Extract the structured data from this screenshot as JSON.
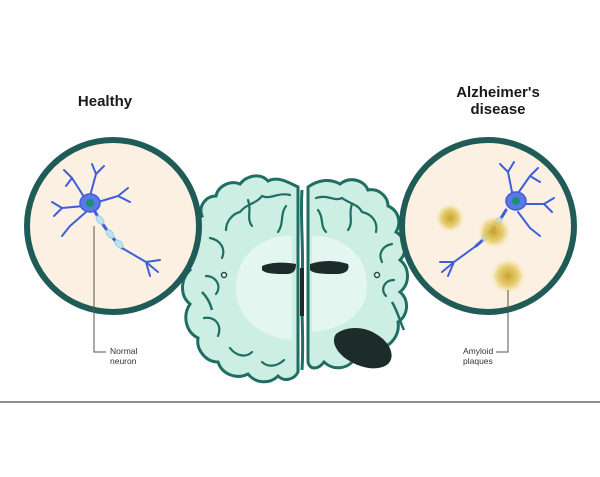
{
  "titles": {
    "left": "Healthy",
    "right_line1": "Alzheimer's",
    "right_line2": "disease"
  },
  "callouts": {
    "left_line1": "Normal",
    "left_line2": "neuron",
    "right_line1": "Amyloid",
    "right_line2": "plaques"
  },
  "colors": {
    "circle_border": "#1f5b57",
    "circle_fill": "#fbf0e1",
    "brain_fill": "#cdeee3",
    "brain_stroke": "#1f6e64",
    "neuron": "#3f5ed8",
    "nucleus": "#1a8f73",
    "plaque": "#d9b93a",
    "ventricle": "#1d2b2a"
  }
}
